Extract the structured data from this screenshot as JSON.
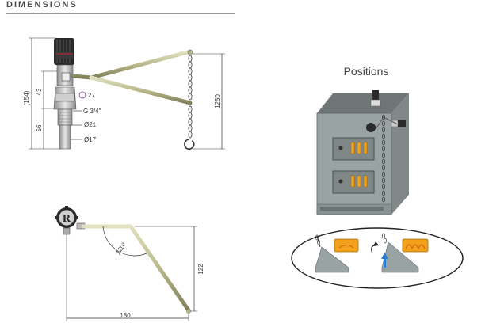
{
  "header": {
    "title": "DIMENSIONS"
  },
  "positions_title": "Positions",
  "dims": {
    "d154": "(154)",
    "d43": "43",
    "d56": "56",
    "d27": "27",
    "g34": "G 3/4\"",
    "o21": "Ø21",
    "o17": "Ø17",
    "d1250": "1250",
    "d120": "120°",
    "d122": "122",
    "d180": "180"
  },
  "colors": {
    "metal": "#b9b98a",
    "metal_dark": "#7f7f5a",
    "boiler": "#9aa3a3",
    "boiler_dark": "#5e6565",
    "flame": "#f1a21a",
    "arrow": "#2a7fd4"
  }
}
